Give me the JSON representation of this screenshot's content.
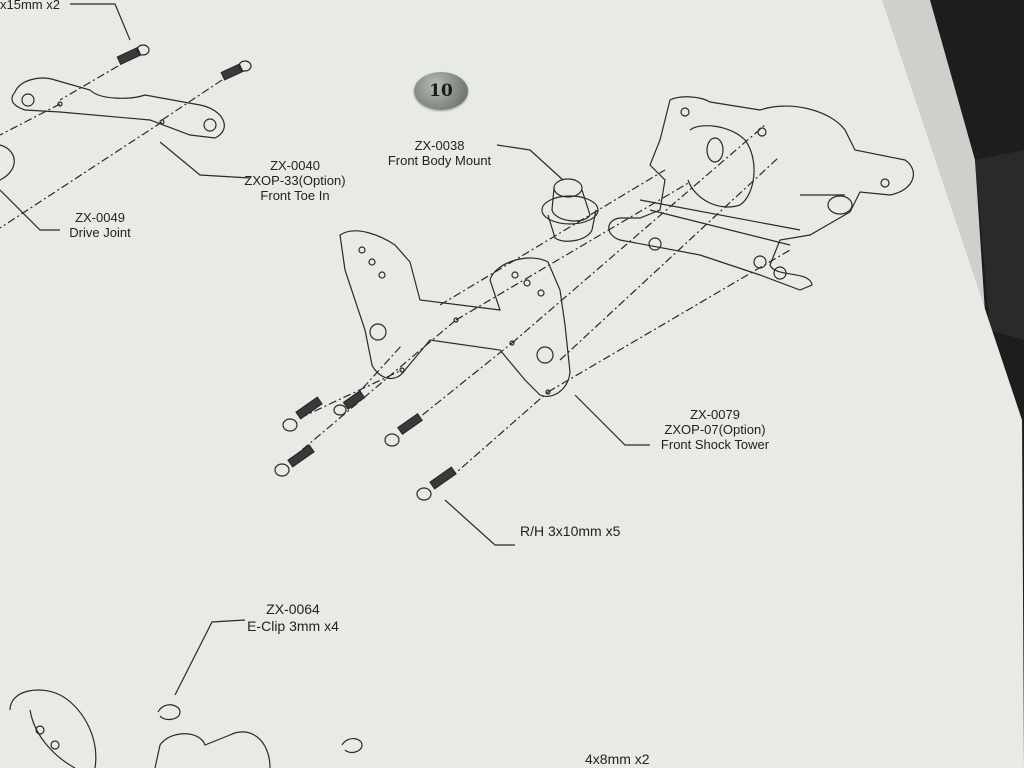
{
  "step": {
    "number": "10"
  },
  "labels": {
    "screw_top": "x15mm x2",
    "drive_joint": {
      "code": "ZX-0049",
      "name": "Drive Joint"
    },
    "toe_in": {
      "code": "ZX-0040",
      "option": "ZXOP-33(Option)",
      "name": "Front Toe In"
    },
    "body_mount": {
      "code": "ZX-0038",
      "name": "Front Body Mount"
    },
    "shock_tower": {
      "code": "ZX-0079",
      "option": "ZXOP-07(Option)",
      "name": "Front Shock Tower"
    },
    "screws": "R/H 3x10mm x5",
    "eclip": {
      "code": "ZX-0064",
      "name": "E-Clip 3mm x4"
    },
    "screw_bottom": "4x8mm x2"
  },
  "colors": {
    "paper": "#e9ebe7",
    "line": "#2a2a2a",
    "binder": "#1c1c1c",
    "background": "#d6d9d4"
  }
}
